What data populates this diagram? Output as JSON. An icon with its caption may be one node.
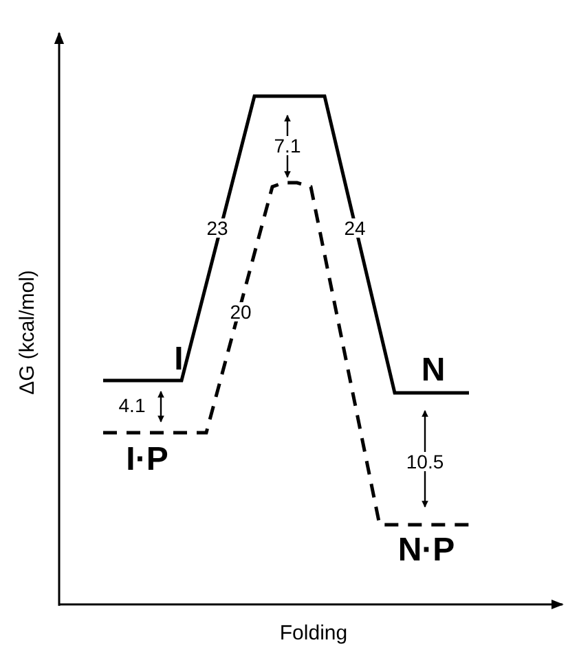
{
  "diagram": {
    "labels": [
      "7.1",
      "23",
      "24",
      "20",
      "I",
      "N",
      "4.1",
      "I·P",
      "10.5",
      "N·P",
      "ΔG (kcal/mol)",
      "Folding"
    ]
  }
}
